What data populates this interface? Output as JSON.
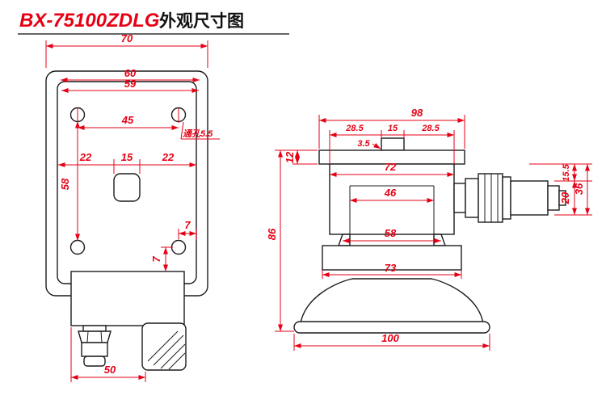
{
  "title": {
    "model": "BX-75100ZDLG",
    "suffix": "外观尺寸图"
  },
  "front": {
    "width_overall": "70",
    "width_top_1": "60",
    "width_top_2": "59",
    "hole_spacing_h": "45",
    "hole_note": "通孔5.5",
    "seg_left": "22",
    "seg_center": "15",
    "seg_right": "22",
    "hole_spacing_v": "58",
    "offset_h": "7",
    "offset_v": "7",
    "gland_width": "50"
  },
  "side": {
    "width_top": "98",
    "seg_left": "28.5",
    "seg_center": "15",
    "seg_right": "28.5",
    "step": "3.5",
    "plate_height": "12",
    "body_width": "72",
    "conn_offset": "15.5",
    "conn_overall": "36",
    "conn_height": "20",
    "inner_width": "46",
    "height_overall": "86",
    "stem_width": "58",
    "plate_width": "73",
    "base_width": "100"
  }
}
